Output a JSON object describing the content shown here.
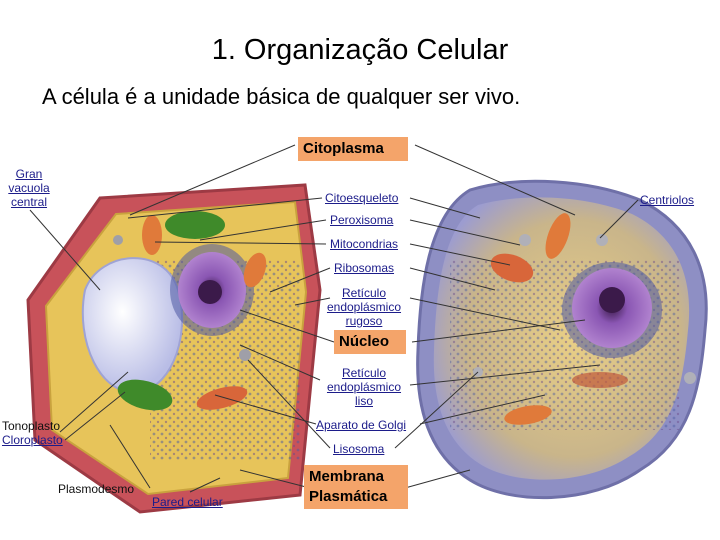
{
  "title": "1. Organização Celular",
  "subtitle": "A célula é a unidade básica de qualquer ser vivo.",
  "boxes": {
    "citoplasma": "Citoplasma",
    "nucleo": "Núcleo",
    "membrana_line1": "Membrana",
    "membrana_line2": "Plasmática"
  },
  "labels": {
    "gran_vacuola": [
      "Gran",
      "vacuola",
      "central"
    ],
    "citoesqueleto": "Citoesqueleto",
    "peroxisoma": "Peroxisoma",
    "mitocondrias": "Mitocondrias",
    "ribosomas": "Ribosomas",
    "reticulo_rugoso": [
      "Retículo",
      "endoplásmico",
      "rugoso"
    ],
    "reticulo_liso": [
      "Retículo",
      "endoplásmico",
      "liso"
    ],
    "golgi": "Aparato de Golgi",
    "lisosoma": "Lisosoma",
    "centriolos": "Centriolos",
    "tonoplasto": "Tonoplasto",
    "cloroplasto": "Cloroplasto",
    "plasmodesmo": "Plasmodesmo",
    "pared_celular": "Pared celular"
  },
  "colors": {
    "cell_wall": "#c8525a",
    "plant_cytoplasm": "#e7c45a",
    "vacuole": "#d9dbf0",
    "chloroplast": "#3f8a2a",
    "nucleus": "#7b4c9e",
    "animal_membrane": "#8e8fc4",
    "label_box": "#f4a46a",
    "link_text": "#1c1c8a"
  }
}
